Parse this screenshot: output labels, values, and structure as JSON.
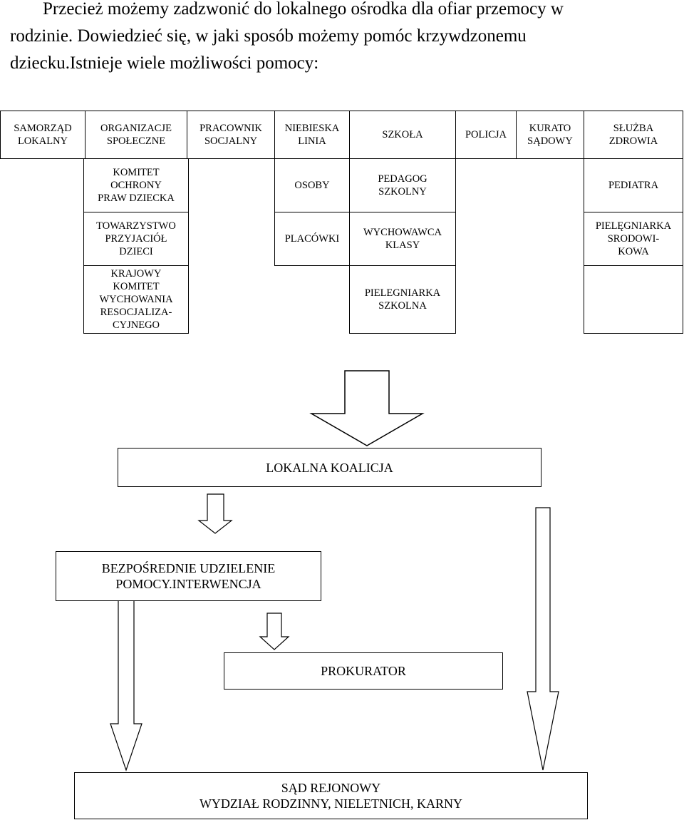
{
  "intro": {
    "line1": "Przecież możemy zadzwonić do lokalnego ośrodka dla ofiar przemocy w",
    "line2": "rodzinie. Dowiedzieć się, w jaki sposób możemy pomóc krzywdzonemu",
    "line3": "dziecku.Istnieje wiele możliwości pomocy:"
  },
  "header": [
    "SAMORZĄD\nLOKALNY",
    "ORGANIZACJE\nSPOŁECZNE",
    "PRACOWNIK\nSOCJALNY",
    "NIEBIESKA\nLINIA",
    "SZKOŁA",
    "POLICJA",
    "KURATO\nSĄDOWY",
    "SŁUŻBA\nZDROWIA"
  ],
  "organizations": [
    "KOMITET\nOCHRONY\nPRAW DZIECKA",
    "TOWARZYSTWO\nPRZYJACIÓŁ\nDZIECI",
    "KRAJOWY\nKOMITET\nWYCHOWANIA\nRESOCJALIZA-\nCYJNEGO"
  ],
  "blue_line": [
    "OSOBY",
    "PLACÓWKI"
  ],
  "school": [
    "PEDAGOG\nSZKOLNY",
    "WYCHOWAWCA\nKLASY",
    "PIELEGNIARKA\nSZKOLNA"
  ],
  "health": [
    "PEDIATRA",
    "PIELĘGNIARKA\nSRODOWI-\nKOWA"
  ],
  "coalition": "LOKALNA KOALICJA",
  "intervention": "BEZPOŚREDNIE UDZIELENIE\nPOMOCY.INTERWENCJA",
  "prosecutor": "PROKURATOR",
  "court": "SĄD REJONOWY\nWYDZIAŁ RODZINNY, NIELETNICH, KARNY"
}
